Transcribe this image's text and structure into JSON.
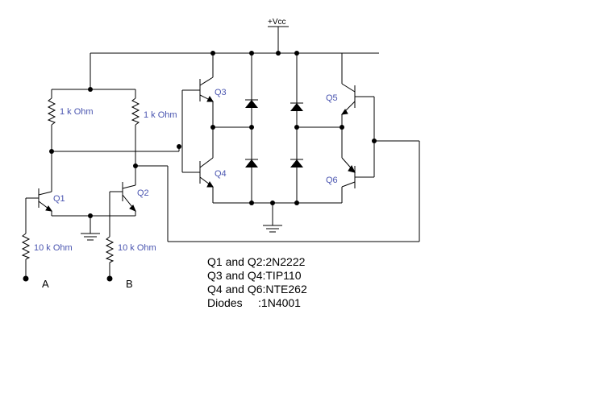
{
  "supply_label": "+Vcc",
  "resistors": {
    "r_top_left": "1 k Ohm",
    "r_top_right": "1 k Ohm",
    "r_bottom_left": "10 k Ohm",
    "r_bottom_right": "10 k Ohm"
  },
  "transistors": {
    "q1": "Q1",
    "q2": "Q2",
    "q3": "Q3",
    "q4": "Q4",
    "q5": "Q5",
    "q6": "Q6"
  },
  "inputs": {
    "a": "A",
    "b": "B"
  },
  "legend": [
    "Q1 and Q2:2N2222",
    "Q3 and Q4:TIP110",
    "Q4 and Q6:NTE262",
    "Diodes     :1N4001"
  ]
}
